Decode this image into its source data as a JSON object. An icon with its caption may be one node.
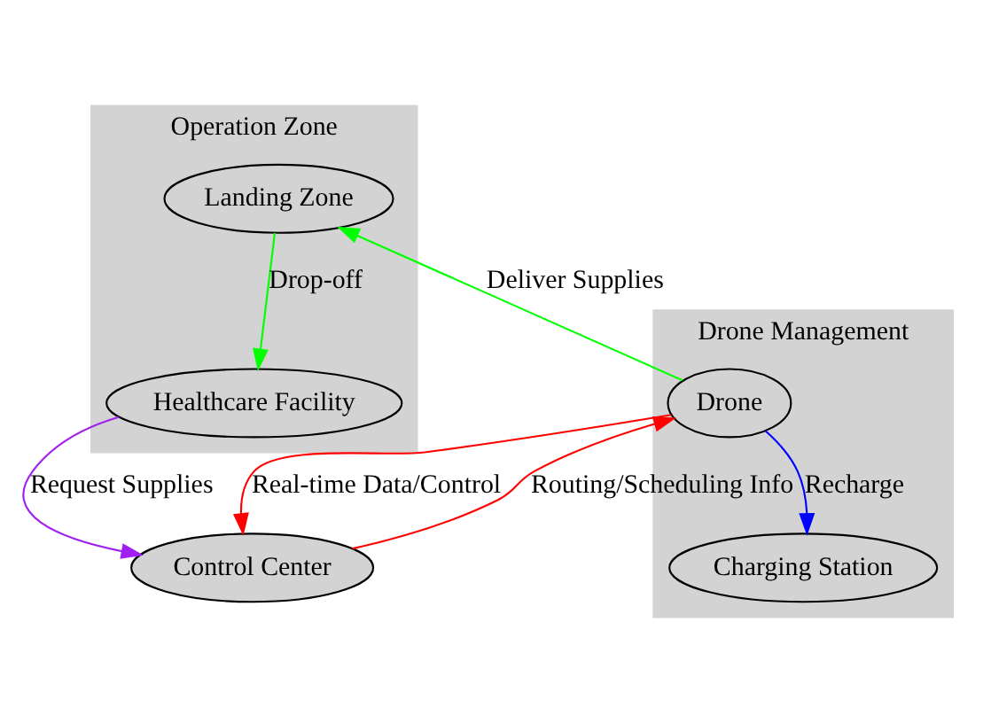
{
  "diagram": {
    "nodes": [
      {
        "text": [
          "Operation Zone"
        ]
      },
      {
        "text": [
          "Landing Zone"
        ],
        "in": 0
      },
      {
        "text": [
          "Healthcare Facility"
        ],
        "in": 0
      },
      {
        "text": [
          "Drone Management"
        ]
      },
      {
        "text": [
          "Drone"
        ],
        "in": 3
      },
      {
        "text": [
          "Charging Station"
        ],
        "in": 3
      },
      {
        "text": [
          "Control Center"
        ]
      }
    ],
    "edges": [
      {
        "from": 1,
        "to": 2,
        "arrow": "to",
        "label": "Drop-off",
        "color": "#00ff00"
      },
      {
        "from": 4,
        "to": 1,
        "arrow": "to",
        "label": "Deliver Supplies",
        "color": "#00ff00"
      },
      {
        "from": 2,
        "to": 6,
        "arrow": "to",
        "label": "Request Supplies",
        "color": "#a020f0"
      },
      {
        "from": 4,
        "to": 6,
        "arrow": "to",
        "label": "Real-time Data/Control",
        "color": "#ff0000"
      },
      {
        "from": 6,
        "to": 4,
        "arrow": "to",
        "label": "Routing/Scheduling Info",
        "color": "#ff0000"
      },
      {
        "from": 4,
        "to": 5,
        "arrow": "to",
        "label": "Recharge",
        "color": "#0000ff"
      }
    ]
  }
}
